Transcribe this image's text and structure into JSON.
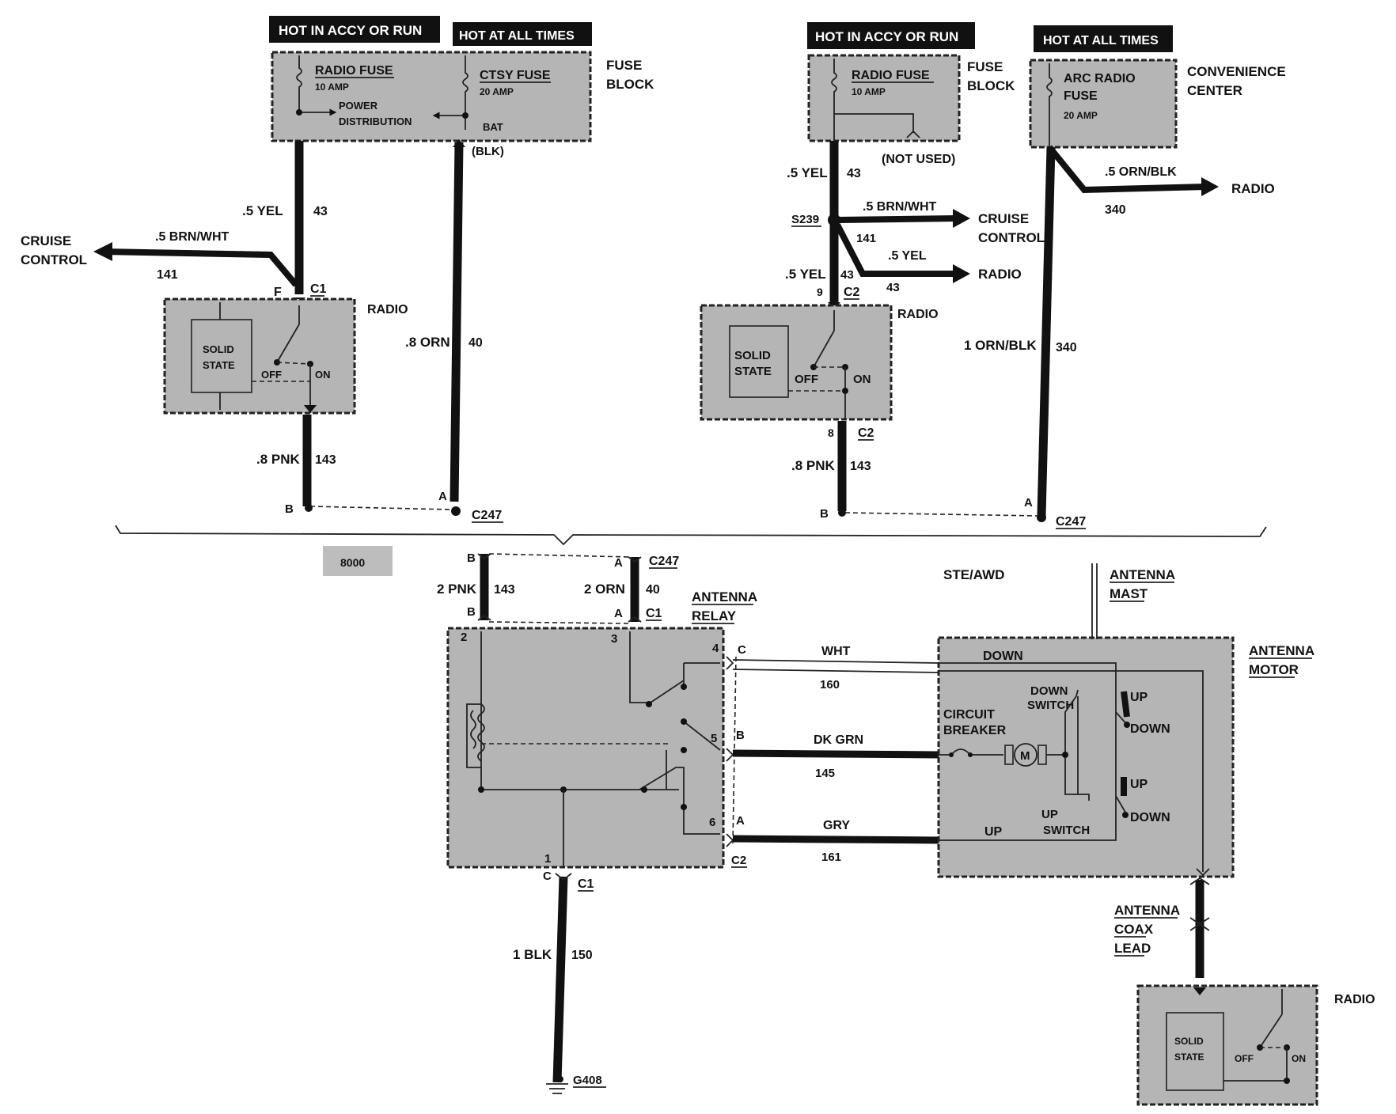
{
  "top_left": {
    "hdr_accy": "HOT IN ACCY OR RUN",
    "hdr_all": "HOT AT ALL TIMES",
    "fuse_block": [
      "FUSE",
      "BLOCK"
    ],
    "radio_fuse": "RADIO FUSE",
    "radio_fuse_amp": "10 AMP",
    "ctsy_fuse": "CTSY FUSE",
    "ctsy_fuse_amp": "20 AMP",
    "power_dist": [
      "POWER",
      "DISTRIBUTION"
    ],
    "bat": "BAT",
    "blk": "(BLK)",
    "yel_wire": ".5 YEL",
    "yel_circuit": "43",
    "cruise": [
      "CRUISE",
      "CONTROL"
    ],
    "brn_wire": ".5 BRN/WHT",
    "brn_circuit": "141",
    "pin_f": "F",
    "conn_c1": "C1",
    "radio": "RADIO",
    "solid_state": [
      "SOLID",
      "STATE"
    ],
    "off": "OFF",
    "on": "ON",
    "orn_wire": ".8 ORN",
    "orn_circuit": "40",
    "pnk_wire": ".8 PNK",
    "pnk_circuit": "143",
    "pin_b": "B",
    "pin_a": "A",
    "conn_c247": "C247"
  },
  "top_right": {
    "hdr_accy": "HOT IN ACCY OR RUN",
    "hdr_all": "HOT AT ALL TIMES",
    "radio_fuse": "RADIO FUSE",
    "radio_fuse_amp": "10 AMP",
    "fuse_block": [
      "FUSE",
      "BLOCK"
    ],
    "arc_fuse": [
      "ARC RADIO",
      "FUSE"
    ],
    "arc_fuse_amp": "20 AMP",
    "convenience": [
      "CONVENIENCE",
      "CENTER"
    ],
    "not_used": "(NOT USED)",
    "yel_wire": ".5 YEL",
    "yel_circuit": "43",
    "orn_blk_wire": ".5 ORN/BLK",
    "orn_blk_circuit": "340",
    "radio_arrow": "RADIO",
    "splice": "S239",
    "brn_wire": ".5 BRN/WHT",
    "brn_circuit": "141",
    "cruise": [
      "CRUISE",
      "CONTROL"
    ],
    "yel_wire2": ".5 YEL",
    "yel_circuit2": "43",
    "radio_arrow2": "RADIO",
    "yel_wire3": ".5 YEL",
    "yel_circuit3": "43",
    "pin_9": "9",
    "conn_c2": "C2",
    "radio": "RADIO",
    "solid_state": [
      "SOLID",
      "STATE"
    ],
    "off": "OFF",
    "on": "ON",
    "orn_blk_big": "1 ORN/BLK",
    "orn_blk_big_circuit": "340",
    "pin_8": "8",
    "conn_c2b": "C2",
    "pnk_wire": ".8 PNK",
    "pnk_circuit": "143",
    "pin_b": "B",
    "pin_a": "A",
    "conn_c247": "C247"
  },
  "bottom": {
    "ref_tag": "8000",
    "ste_awd": "STE/AWD",
    "pin_b": "B",
    "pin_a": "A",
    "conn_c247": "C247",
    "pnk_wire": "2 PNK",
    "pnk_circuit": "143",
    "orn_wire": "2 ORN",
    "orn_circuit": "40",
    "pin_b2": "B",
    "pin_a2": "A",
    "conn_c1": "C1",
    "antenna_relay": [
      "ANTENNA",
      "RELAY"
    ],
    "antenna_mast": [
      "ANTENNA",
      "MAST"
    ],
    "antenna_motor": [
      "ANTENNA",
      "MOTOR"
    ],
    "relay_pins": [
      "2",
      "3",
      "4",
      "5",
      "6",
      "1"
    ],
    "conn_letters": [
      "C",
      "B",
      "A"
    ],
    "wht_wire": "WHT",
    "wht_circuit": "160",
    "grn_wire": "DK GRN",
    "grn_circuit": "145",
    "gry_wire": "GRY",
    "gry_circuit": "161",
    "conn_c2": "C2",
    "down": "DOWN",
    "down_switch": [
      "DOWN",
      "SWITCH"
    ],
    "up1": "UP",
    "down1": "DOWN",
    "circuit_breaker": [
      "CIRCUIT",
      "BREAKER"
    ],
    "motor": "M",
    "up2": "UP",
    "down2": "DOWN",
    "up_switch": [
      "UP",
      "SWITCH"
    ],
    "up_bottom": "UP",
    "pin_c": "C",
    "conn_c1b": "C1",
    "blk_wire": "1 BLK",
    "blk_circuit": "150",
    "ground": "G408",
    "coax": [
      "ANTENNA",
      "COAX",
      "LEAD"
    ],
    "radio": "RADIO",
    "solid_state": [
      "SOLID",
      "STATE"
    ],
    "off": "OFF",
    "on": "ON"
  }
}
